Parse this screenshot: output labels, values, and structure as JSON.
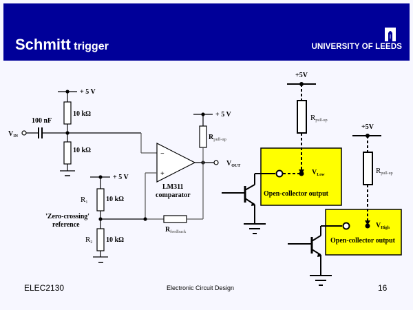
{
  "header": {
    "title_main": "Schmitt",
    "title_rest": "trigger",
    "logo_text": "UNIVERSITY OF LEEDS",
    "logo_icon": "university-tower-icon",
    "background_color": "#000099"
  },
  "circuit": {
    "vin_label": "V",
    "vin_sub": "IN",
    "capacitor_value": "100 nF",
    "divider_supply": "+ 5 V",
    "divider_r_top": "10 kΩ",
    "divider_r_bottom": "10 kΩ",
    "comparator_supply": "+ 5 V",
    "rpullup_label": "R",
    "rpullup_sub": "pull-up",
    "vout_label": "V",
    "vout_sub": "OUT",
    "opamp_minus": "−",
    "opamp_plus": "+",
    "comparator_name": "LM311",
    "comparator_desc": "comparator",
    "ref_supply": "+ 5 V",
    "r1_label": "R",
    "r1_sub": "1",
    "r1_value": "10 kΩ",
    "r2_label": "R",
    "r2_sub": "2",
    "r2_value": "10 kΩ",
    "ref_label_line1": "'Zero-crossing'",
    "ref_label_line2": "reference",
    "rfeedback_label": "R",
    "rfeedback_sub": "feedback"
  },
  "open_collector_low": {
    "supply": "+5V",
    "rpullup_label": "R",
    "rpullup_sub": "pull-up",
    "v_label": "V",
    "v_sub": "Low",
    "box_label": "Open-collector  output",
    "box_color": "#ffff00"
  },
  "open_collector_high": {
    "supply": "+5V",
    "rpullup_label": "R",
    "rpullup_sub": "pull-up",
    "v_label": "V",
    "v_sub": "High",
    "box_label": "Open-collector  output",
    "box_color": "#ffff00"
  },
  "footer": {
    "course_code": "ELEC2130",
    "course_name": "Electronic Circuit Design",
    "page_number": "16"
  }
}
